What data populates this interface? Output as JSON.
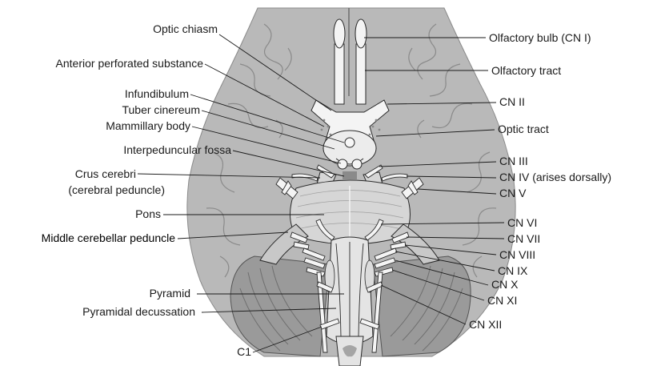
{
  "labels": {
    "optic_chiasm": "Optic chiasm",
    "anterior_perforated_substance": "Anterior perforated substance",
    "infundibulum": "Infundibulum",
    "tuber_cinereum": "Tuber cinereum",
    "mammillary_body": "Mammillary body",
    "interpeduncular_fossa": "Interpeduncular fossa",
    "crus_cerebri": "Crus cerebri",
    "cerebral_peduncle": "(cerebral peduncle)",
    "pons": "Pons",
    "middle_cerebellar_peduncle": "Middle cerebellar peduncle",
    "pyramid": "Pyramid",
    "pyramidal_decussation": "Pyramidal decussation",
    "c1": "C1",
    "olfactory_bulb": "Olfactory bulb (CN I)",
    "olfactory_tract": "Olfactory tract",
    "cn_ii": "CN II",
    "optic_tract": "Optic tract",
    "cn_iii": "CN III",
    "cn_iv": "CN IV (arises dorsally)",
    "cn_v": "CN V",
    "cn_vi": "CN VI",
    "cn_vii": "CN VII",
    "cn_viii": "CN VIII",
    "cn_ix": "CN IX",
    "cn_x": "CN X",
    "cn_xi": "CN XI",
    "cn_xii": "CN XII"
  },
  "colors": {
    "cerebrum": "#b9b9b9",
    "gyri_lines": "#8a8a8a",
    "cerebellum": "#9a9a9a",
    "cerebellum_lines": "#6f6f6f",
    "brainstem": "#d6d6d6",
    "nerves": "#f4f4f4",
    "outline": "#2a2a2a"
  }
}
